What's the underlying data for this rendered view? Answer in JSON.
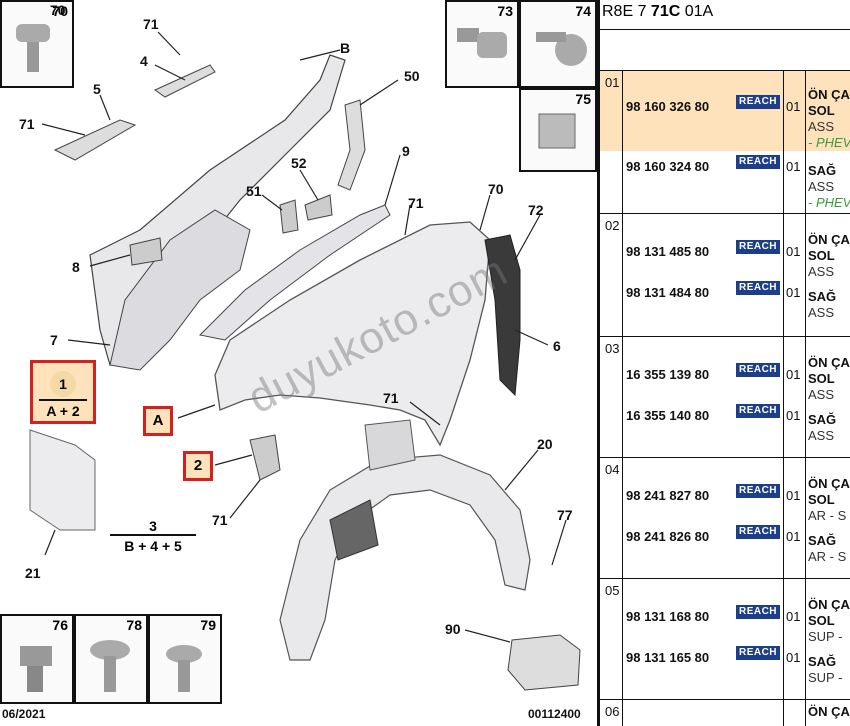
{
  "header": {
    "prefix": "R8E 7 ",
    "code": "71C",
    "suffix": " 01A"
  },
  "diagram": {
    "callouts": [
      "70",
      "71",
      "4",
      "B",
      "50",
      "5",
      "71",
      "9",
      "52",
      "51",
      "70",
      "72",
      "8",
      "7",
      "6",
      "71",
      "20",
      "77",
      "21",
      "71",
      "90"
    ],
    "thumb_nums": {
      "t70": "70",
      "t73": "73",
      "t74": "74",
      "t75": "75",
      "t76": "76",
      "t78": "78",
      "t79": "79"
    },
    "assembly_1": {
      "top": "1",
      "bottom": "A + 2"
    },
    "assembly_3": {
      "top": "3",
      "bottom": "B + 4 + 5"
    },
    "box_a": "A",
    "box_2": "2",
    "date": "06/2021",
    "ref": "00112400",
    "watermark": "duyukoto.com"
  },
  "groups": [
    {
      "no": "01",
      "rows": [
        {
          "pn": "98 160 326 80",
          "reach": "REACH",
          "qty": "01",
          "d1": "ÖN ÇA",
          "d2": "SOL",
          "d3": "ASS",
          "d4": "- PHEV"
        },
        {
          "pn": "98 160 324 80",
          "reach": "REACH",
          "qty": "01",
          "d1": "",
          "d2": "SAĞ",
          "d3": "ASS",
          "d4": "- PHEV"
        }
      ]
    },
    {
      "no": "02",
      "rows": [
        {
          "pn": "98 131 485 80",
          "reach": "REACH",
          "qty": "01",
          "d1": "ÖN ÇA",
          "d2": "SOL",
          "d3": "ASS",
          "d4": ""
        },
        {
          "pn": "98 131 484 80",
          "reach": "REACH",
          "qty": "01",
          "d1": "",
          "d2": "SAĞ",
          "d3": "ASS",
          "d4": ""
        }
      ]
    },
    {
      "no": "03",
      "rows": [
        {
          "pn": "16 355 139 80",
          "reach": "REACH",
          "qty": "01",
          "d1": "ÖN ÇA",
          "d2": "SOL",
          "d3": "ASS",
          "d4": ""
        },
        {
          "pn": "16 355 140 80",
          "reach": "REACH",
          "qty": "01",
          "d1": "",
          "d2": "SAĞ",
          "d3": "ASS",
          "d4": ""
        }
      ]
    },
    {
      "no": "04",
      "rows": [
        {
          "pn": "98 241 827 80",
          "reach": "REACH",
          "qty": "01",
          "d1": "ÖN ÇA",
          "d2": "SOL",
          "d3": "AR - S",
          "d4": ""
        },
        {
          "pn": "98 241 826 80",
          "reach": "REACH",
          "qty": "01",
          "d1": "",
          "d2": "SAĞ",
          "d3": "AR - S",
          "d4": ""
        }
      ]
    },
    {
      "no": "05",
      "rows": [
        {
          "pn": "98 131 168 80",
          "reach": "REACH",
          "qty": "01",
          "d1": "ÖN ÇA",
          "d2": "SOL",
          "d3": "SUP -",
          "d4": ""
        },
        {
          "pn": "98 131 165 80",
          "reach": "REACH",
          "qty": "01",
          "d1": "",
          "d2": "SAĞ",
          "d3": "SUP -",
          "d4": ""
        }
      ]
    },
    {
      "no": "06",
      "rows": [
        {
          "pn": "",
          "reach": "",
          "qty": "",
          "d1": "ÖN ÇA",
          "d2": "",
          "d3": "",
          "d4": ""
        }
      ]
    }
  ]
}
